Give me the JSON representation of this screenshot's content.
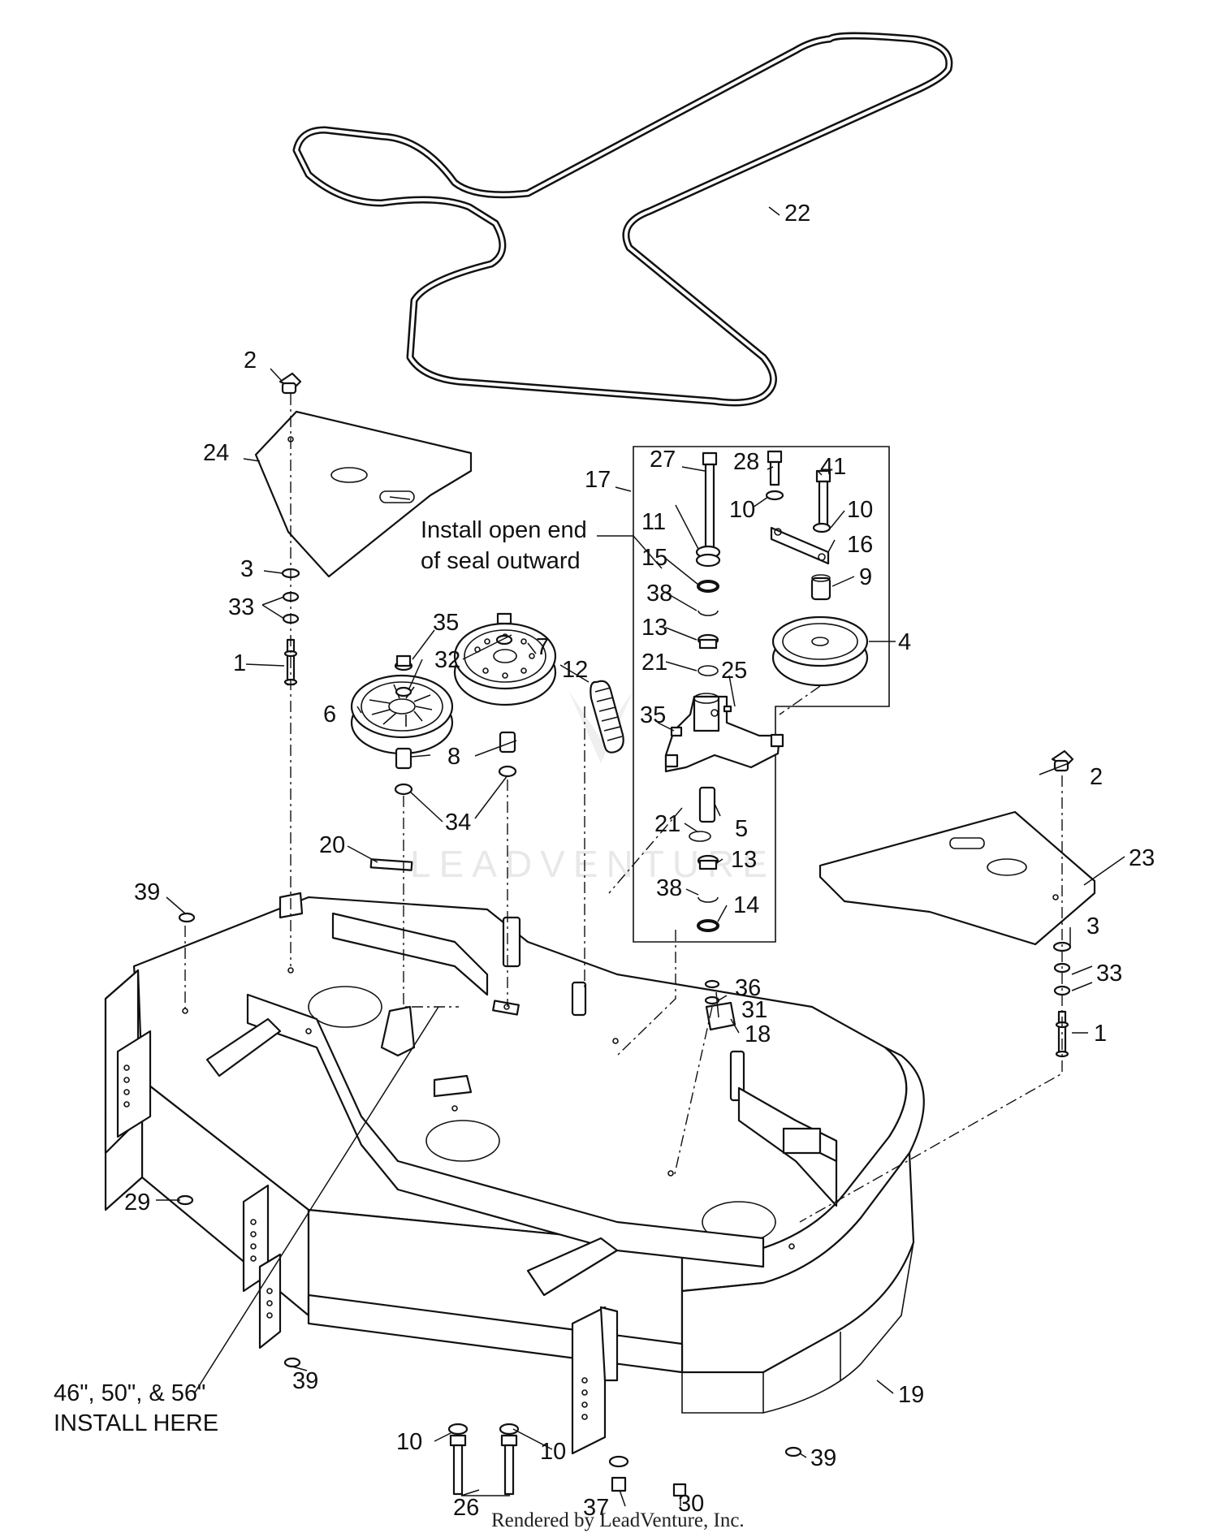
{
  "callouts": [
    {
      "id": "c1",
      "text": "1"
    },
    {
      "id": "c2",
      "text": "2"
    },
    {
      "id": "c3",
      "text": "3"
    },
    {
      "id": "c4",
      "text": "4"
    },
    {
      "id": "c5",
      "text": "5"
    },
    {
      "id": "c6",
      "text": "6"
    },
    {
      "id": "c7",
      "text": "7"
    },
    {
      "id": "c8",
      "text": "8"
    },
    {
      "id": "c9",
      "text": "9"
    },
    {
      "id": "c10",
      "text": "10"
    },
    {
      "id": "c11",
      "text": "11"
    },
    {
      "id": "c12",
      "text": "12"
    },
    {
      "id": "c13",
      "text": "13"
    },
    {
      "id": "c14",
      "text": "14"
    },
    {
      "id": "c15",
      "text": "15"
    },
    {
      "id": "c16",
      "text": "16"
    },
    {
      "id": "c17",
      "text": "17"
    },
    {
      "id": "c18",
      "text": "18"
    },
    {
      "id": "c19",
      "text": "19"
    },
    {
      "id": "c20",
      "text": "20"
    },
    {
      "id": "c21",
      "text": "21"
    },
    {
      "id": "c22",
      "text": "22"
    },
    {
      "id": "c23",
      "text": "23"
    },
    {
      "id": "c24",
      "text": "24"
    },
    {
      "id": "c25",
      "text": "25"
    },
    {
      "id": "c26",
      "text": "26"
    },
    {
      "id": "c27",
      "text": "27"
    },
    {
      "id": "c28",
      "text": "28"
    },
    {
      "id": "c29",
      "text": "29"
    },
    {
      "id": "c30",
      "text": "30"
    },
    {
      "id": "c31",
      "text": "31"
    },
    {
      "id": "c32",
      "text": "32"
    },
    {
      "id": "c33",
      "text": "33"
    },
    {
      "id": "c34",
      "text": "34"
    },
    {
      "id": "c35",
      "text": "35"
    },
    {
      "id": "c36",
      "text": "36"
    },
    {
      "id": "c37",
      "text": "37"
    },
    {
      "id": "c38",
      "text": "38"
    },
    {
      "id": "c39",
      "text": "39"
    },
    {
      "id": "c41",
      "text": "41"
    }
  ],
  "notes": {
    "seal_line1": "Install open end",
    "seal_line2": "of seal outward",
    "install_line1": "46\", 50\", & 56\"",
    "install_line2": "INSTALL HERE"
  },
  "watermark": "LEADVENTURE",
  "footer": "Rendered by LeadVenture, Inc."
}
